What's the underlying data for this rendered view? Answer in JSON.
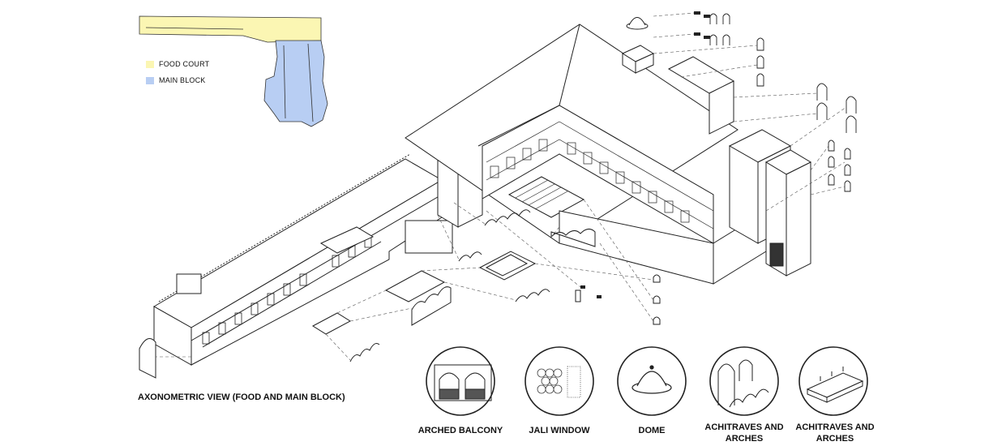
{
  "legend": {
    "items": [
      {
        "label": "FOOD COURT",
        "color": "#fbf6b3"
      },
      {
        "label": "MAIN BLOCK",
        "color": "#b8cef3"
      }
    ]
  },
  "main_caption": "AXONOMETRIC VIEW (FOOD AND MAIN BLOCK)",
  "details": [
    {
      "label": "ARCHED BALCONY",
      "icon": "arched-balcony-icon"
    },
    {
      "label": "JALI WINDOW",
      "icon": "jali-window-icon"
    },
    {
      "label": "DOME",
      "icon": "dome-icon"
    },
    {
      "label": "ACHITRAVES AND ARCHES",
      "icon": "architraves-arches-icon"
    },
    {
      "label": "ACHITRAVES AND ARCHES",
      "icon": "architraves-plinth-icon"
    }
  ],
  "colors": {
    "line": "#222222",
    "food_court": "#fbf6b3",
    "main_block": "#b8cef3"
  }
}
